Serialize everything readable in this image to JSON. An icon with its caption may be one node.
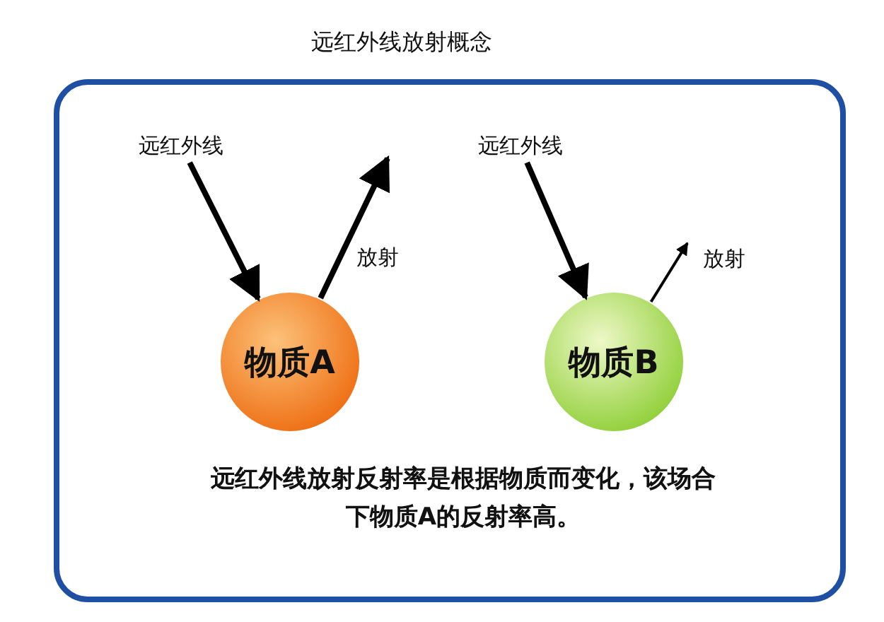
{
  "diagram": {
    "title": "远红外线放射概念",
    "caption": "远红外线放射反射率是根据物质而变化，该场合下物质A的反射率高。",
    "nodes": [
      {
        "text": [
          "远红外线"
        ]
      },
      {
        "text": [
          "物质A"
        ]
      },
      {
        "text": [
          "远红外线"
        ]
      },
      {
        "text": [
          "物质B"
        ]
      }
    ],
    "edges": [
      {
        "from": 0,
        "to": 1,
        "arrow": "to"
      },
      {
        "from": 1,
        "to": null,
        "arrow": "to",
        "label": "放射"
      },
      {
        "from": 2,
        "to": 3,
        "arrow": "to"
      },
      {
        "from": 3,
        "to": null,
        "arrow": "to",
        "label": "放射"
      }
    ]
  }
}
